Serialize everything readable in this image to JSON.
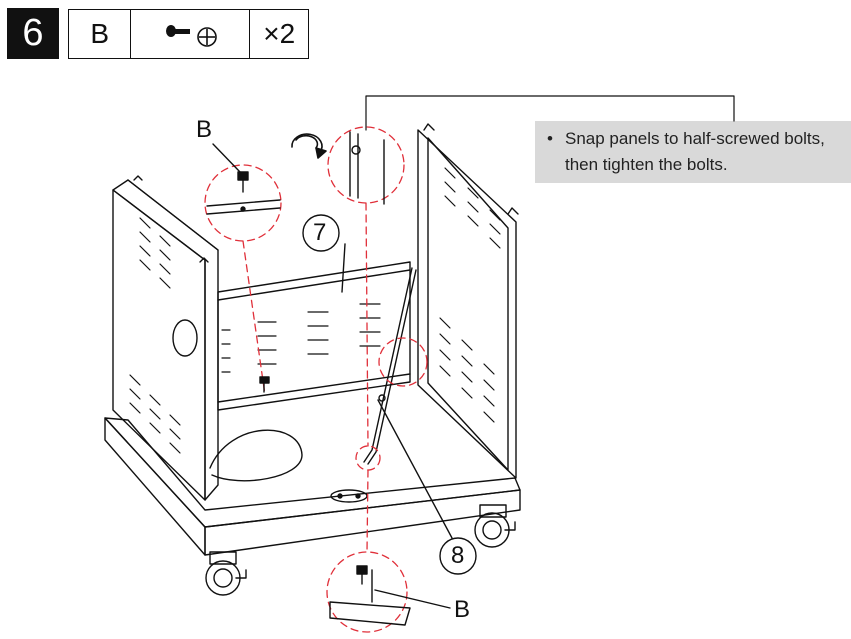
{
  "header": {
    "step_number": "6",
    "part_letter": "B",
    "quantity": "×2"
  },
  "note": {
    "bullet": "•",
    "line1": "Snap panels to half-screwed bolts,",
    "line2": "then tighten the bolts."
  },
  "callouts": {
    "bolt_top": "B",
    "bolt_bottom": "B",
    "panel_rear": "7",
    "door_bar": "8"
  },
  "icons": {
    "bolt": "bolt-icon",
    "screwdriver": "phillips-screwdriver-icon",
    "rotate": "rotate-arrow-icon"
  },
  "colors": {
    "leader_dash": "#e0303a",
    "line": "#111111",
    "note_bg": "#d9d9d9"
  }
}
